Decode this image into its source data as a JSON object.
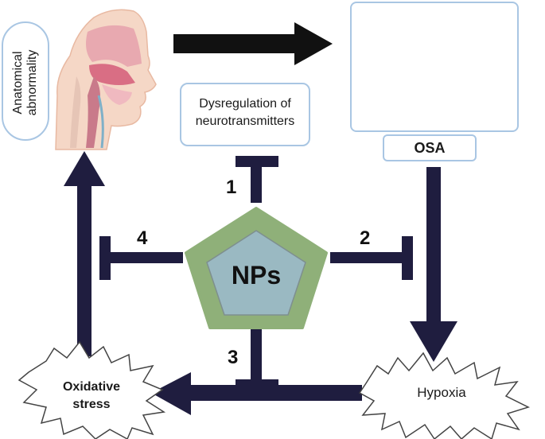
{
  "diagram": {
    "center_label": "NPs",
    "anatomical_label": "Anatomical abnormality",
    "dysregulation_label": "Dysregulation of neurotransmitters",
    "osa_label": "OSA",
    "hypoxia_label": "Hypoxia",
    "oxidative_label": "Oxidative stress",
    "numbers": [
      "1",
      "2",
      "3",
      "4"
    ],
    "colors": {
      "arrow": "#1f1d3f",
      "pentagon_outer": "#8fb079",
      "pentagon_inner": "#9ab9c2",
      "box_border": "#a9c6e3"
    },
    "icons": [
      "head-airway-icon",
      "airway-tube-icon"
    ]
  }
}
